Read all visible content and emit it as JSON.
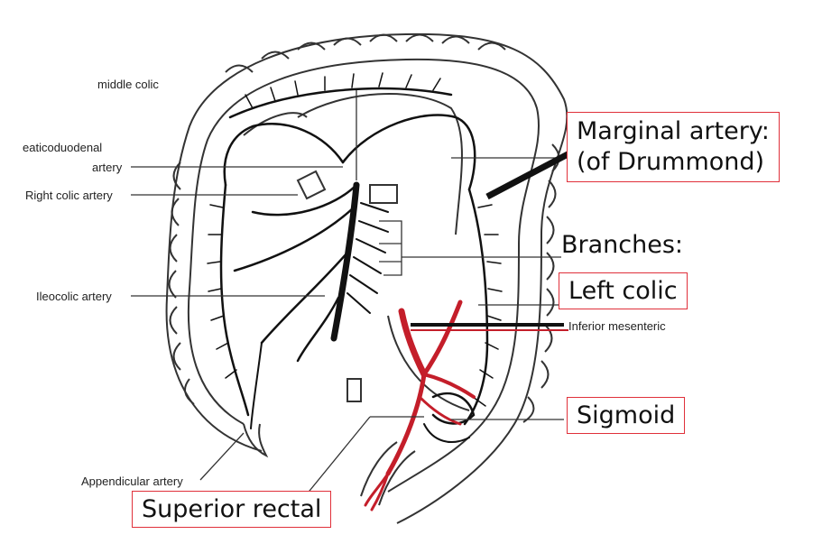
{
  "labels": {
    "middle_colic": "middle colic",
    "pancreaticoduodenal": "eaticoduodenal",
    "artery": "artery",
    "right_colic": "Right colic artery",
    "ileocolic": "Ileocolic artery",
    "appendicular": "Appendicular artery",
    "inferior_mesenteric": "Inferior mesenteric"
  },
  "callouts": {
    "marginal_line1": "Marginal artery:",
    "marginal_line2": "(of Drummond)",
    "branches": "Branches:",
    "left_colic": "Left colic",
    "sigmoid": "Sigmoid",
    "superior_rectal": "Superior rectal"
  },
  "colors": {
    "highlight_artery": "#c41e2a",
    "callout_border": "#e0303a",
    "ink": "#111111"
  }
}
